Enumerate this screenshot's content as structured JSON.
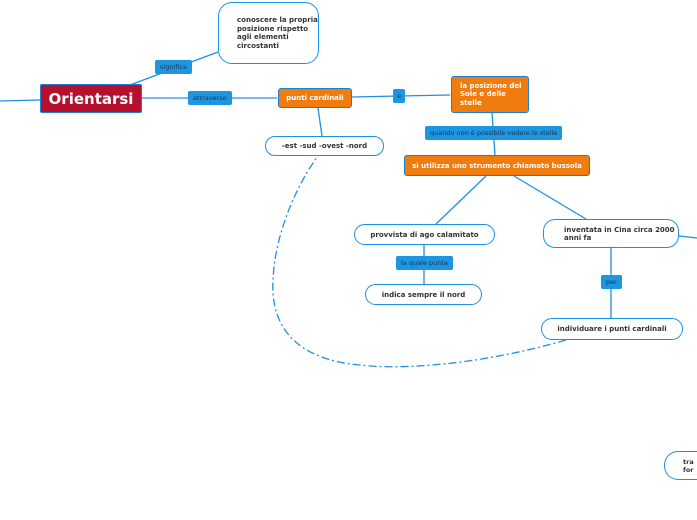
{
  "root": "Orientarsi",
  "nodes": {
    "conoscere": "conoscere la propria posizione rispetto agli elementi circostanti",
    "punti": "punti cardinali",
    "est": "-est -sud -ovest -nord",
    "sole": "la posizione del Sole e delle stelle",
    "bussola": "si utilizza uno strumento chiamato bussola",
    "ago": "provvista di ago calamitato",
    "indica": "indica sempre il nord",
    "cina": "inventata in Cina circa 2000 anni fa",
    "individuare": "individuare i punti cardinali",
    "cut": "tra for"
  },
  "labels": {
    "significa": "significa",
    "attraverso": "attraverso",
    "e": "e",
    "quando": "quando non è possibile vedere le stelle",
    "laquale": "la quale punta",
    "per": "per"
  },
  "colors": {
    "root": "#b5102e",
    "orange": "#f07c10",
    "link": "#1e95e0"
  }
}
